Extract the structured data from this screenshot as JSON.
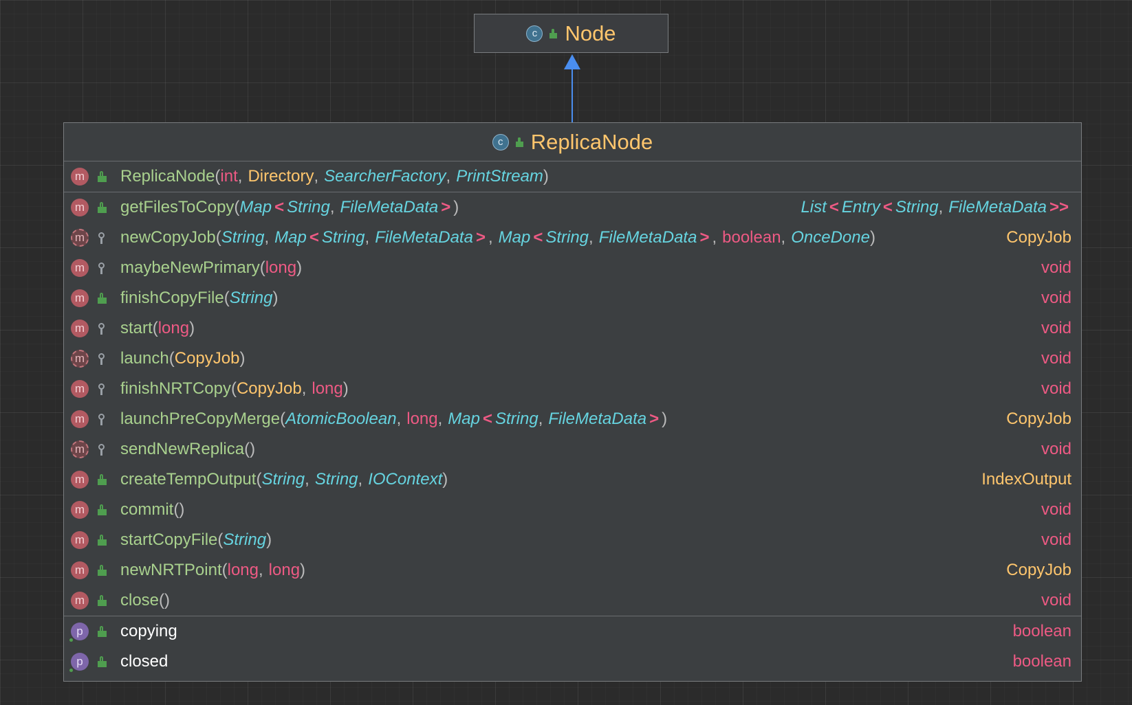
{
  "parent": {
    "name": "Node",
    "icon": "class-icon",
    "visibility": "public"
  },
  "class": {
    "name": "ReplicaNode",
    "icon": "class-icon",
    "visibility": "public",
    "constructors": [
      {
        "name": "ReplicaNode",
        "icon": "method",
        "visibility": "public",
        "params": [
          {
            "text": "int",
            "kind": "prim"
          },
          {
            "text": "Directory",
            "kind": "cls"
          },
          {
            "text": "SearcherFactory",
            "kind": "iface"
          },
          {
            "text": "PrintStream",
            "kind": "iface"
          }
        ],
        "ret": []
      }
    ],
    "methods": [
      {
        "name": "getFilesToCopy",
        "icon": "method",
        "visibility": "public",
        "params": [
          {
            "parts": [
              {
                "text": "Map",
                "kind": "iface"
              },
              {
                "text": "<",
                "kind": "gen"
              },
              {
                "text": "String",
                "kind": "iface"
              },
              {
                "text": ",",
                "kind": "comma"
              },
              {
                "text": "FileMetaData",
                "kind": "iface"
              },
              {
                "text": ">",
                "kind": "gen"
              }
            ]
          }
        ],
        "ret": [
          {
            "text": "List",
            "kind": "iface"
          },
          {
            "text": "<",
            "kind": "gen"
          },
          {
            "text": "Entry",
            "kind": "iface"
          },
          {
            "text": "<",
            "kind": "gen"
          },
          {
            "text": "String",
            "kind": "iface"
          },
          {
            "text": ",",
            "kind": "comma"
          },
          {
            "text": "FileMetaData",
            "kind": "iface"
          },
          {
            "text": ">>",
            "kind": "gen"
          }
        ]
      },
      {
        "name": "newCopyJob",
        "icon": "method-abstract",
        "visibility": "package",
        "params": [
          {
            "parts": [
              {
                "text": "String",
                "kind": "iface"
              }
            ]
          },
          {
            "parts": [
              {
                "text": "Map",
                "kind": "iface"
              },
              {
                "text": "<",
                "kind": "gen"
              },
              {
                "text": "String",
                "kind": "iface"
              },
              {
                "text": ",",
                "kind": "comma"
              },
              {
                "text": "FileMetaData",
                "kind": "iface"
              },
              {
                "text": ">",
                "kind": "gen"
              }
            ]
          },
          {
            "parts": [
              {
                "text": "Map",
                "kind": "iface"
              },
              {
                "text": "<",
                "kind": "gen"
              },
              {
                "text": "String",
                "kind": "iface"
              },
              {
                "text": ",",
                "kind": "comma"
              },
              {
                "text": "FileMetaData",
                "kind": "iface"
              },
              {
                "text": ">",
                "kind": "gen"
              }
            ]
          },
          {
            "parts": [
              {
                "text": "boolean",
                "kind": "prim"
              }
            ]
          },
          {
            "parts": [
              {
                "text": "OnceDone",
                "kind": "iface"
              }
            ]
          }
        ],
        "ret": [
          {
            "text": "CopyJob",
            "kind": "cls"
          }
        ]
      },
      {
        "name": "maybeNewPrimary",
        "icon": "method",
        "visibility": "package",
        "params": [
          {
            "parts": [
              {
                "text": "long",
                "kind": "prim"
              }
            ]
          }
        ],
        "ret": [
          {
            "text": "void",
            "kind": "prim"
          }
        ]
      },
      {
        "name": "finishCopyFile",
        "icon": "method",
        "visibility": "public",
        "params": [
          {
            "parts": [
              {
                "text": "String",
                "kind": "iface"
              }
            ]
          }
        ],
        "ret": [
          {
            "text": "void",
            "kind": "prim"
          }
        ]
      },
      {
        "name": "start",
        "icon": "method",
        "visibility": "package",
        "params": [
          {
            "parts": [
              {
                "text": "long",
                "kind": "prim"
              }
            ]
          }
        ],
        "ret": [
          {
            "text": "void",
            "kind": "prim"
          }
        ]
      },
      {
        "name": "launch",
        "icon": "method-abstract",
        "visibility": "package",
        "params": [
          {
            "parts": [
              {
                "text": "CopyJob",
                "kind": "cls"
              }
            ]
          }
        ],
        "ret": [
          {
            "text": "void",
            "kind": "prim"
          }
        ]
      },
      {
        "name": "finishNRTCopy",
        "icon": "method",
        "visibility": "package",
        "params": [
          {
            "parts": [
              {
                "text": "CopyJob",
                "kind": "cls"
              }
            ]
          },
          {
            "parts": [
              {
                "text": "long",
                "kind": "prim"
              }
            ]
          }
        ],
        "ret": [
          {
            "text": "void",
            "kind": "prim"
          }
        ]
      },
      {
        "name": "launchPreCopyMerge",
        "icon": "method",
        "visibility": "package",
        "params": [
          {
            "parts": [
              {
                "text": "AtomicBoolean",
                "kind": "iface"
              }
            ]
          },
          {
            "parts": [
              {
                "text": "long",
                "kind": "prim"
              }
            ]
          },
          {
            "parts": [
              {
                "text": "Map",
                "kind": "iface"
              },
              {
                "text": "<",
                "kind": "gen"
              },
              {
                "text": "String",
                "kind": "iface"
              },
              {
                "text": ",",
                "kind": "comma"
              },
              {
                "text": "FileMetaData",
                "kind": "iface"
              },
              {
                "text": ">",
                "kind": "gen"
              }
            ]
          }
        ],
        "ret": [
          {
            "text": "CopyJob",
            "kind": "cls"
          }
        ]
      },
      {
        "name": "sendNewReplica",
        "icon": "method-abstract",
        "visibility": "package",
        "params": [],
        "ret": [
          {
            "text": "void",
            "kind": "prim"
          }
        ]
      },
      {
        "name": "createTempOutput",
        "icon": "method",
        "visibility": "public",
        "params": [
          {
            "parts": [
              {
                "text": "String",
                "kind": "iface"
              }
            ]
          },
          {
            "parts": [
              {
                "text": "String",
                "kind": "iface"
              }
            ]
          },
          {
            "parts": [
              {
                "text": "IOContext",
                "kind": "iface"
              }
            ]
          }
        ],
        "ret": [
          {
            "text": "IndexOutput",
            "kind": "cls"
          }
        ]
      },
      {
        "name": "commit",
        "icon": "method",
        "visibility": "public",
        "params": [],
        "ret": [
          {
            "text": "void",
            "kind": "prim"
          }
        ]
      },
      {
        "name": "startCopyFile",
        "icon": "method",
        "visibility": "public",
        "params": [
          {
            "parts": [
              {
                "text": "String",
                "kind": "iface"
              }
            ]
          }
        ],
        "ret": [
          {
            "text": "void",
            "kind": "prim"
          }
        ]
      },
      {
        "name": "newNRTPoint",
        "icon": "method",
        "visibility": "public",
        "params": [
          {
            "parts": [
              {
                "text": "long",
                "kind": "prim"
              }
            ]
          },
          {
            "parts": [
              {
                "text": "long",
                "kind": "prim"
              }
            ]
          }
        ],
        "ret": [
          {
            "text": "CopyJob",
            "kind": "cls"
          }
        ]
      },
      {
        "name": "close",
        "icon": "method",
        "visibility": "public",
        "params": [],
        "ret": [
          {
            "text": "void",
            "kind": "prim"
          }
        ]
      }
    ],
    "properties": [
      {
        "name": "copying",
        "icon": "property",
        "visibility": "public",
        "ret": [
          {
            "text": "boolean",
            "kind": "prim"
          }
        ]
      },
      {
        "name": "closed",
        "icon": "property",
        "visibility": "public",
        "ret": [
          {
            "text": "boolean",
            "kind": "prim"
          }
        ]
      }
    ]
  },
  "icon_letters": {
    "class": "c",
    "method": "m",
    "property": "p"
  },
  "colors": {
    "background": "#2b2b2b",
    "box": "#3c3f41",
    "class_name": "#ffc66d",
    "method_name": "#a9d18e",
    "primitive": "#ee5a84",
    "interface_type": "#66d4e0",
    "class_type": "#ffc66d",
    "arrow": "#4a8ef0"
  }
}
